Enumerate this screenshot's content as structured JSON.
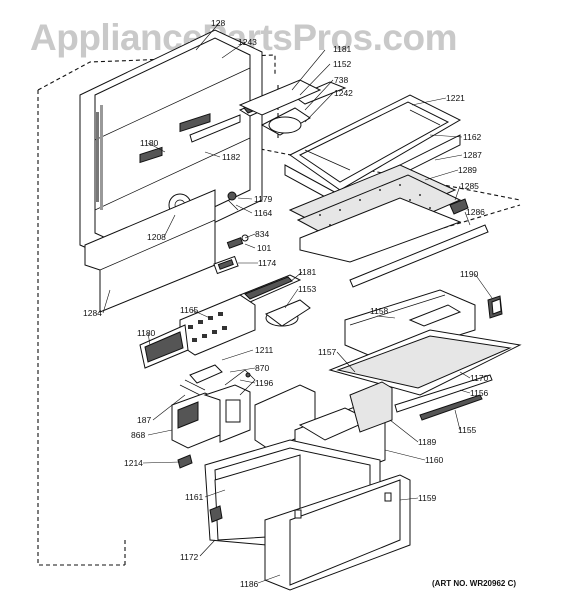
{
  "watermark": "AppliancePartsPros.com",
  "art_number": "(ART NO. WR20962 C)",
  "part_labels": [
    "128",
    "1243",
    "1181",
    "1152",
    "738",
    "1242",
    "1221",
    "1162",
    "1287",
    "1289",
    "1285",
    "1286",
    "1180",
    "1182",
    "1179",
    "1164",
    "1208",
    "834",
    "101",
    "1174",
    "1181",
    "1153",
    "1190",
    "1165",
    "1284",
    "1158",
    "1180",
    "1211",
    "1157",
    "870",
    "1196",
    "1170",
    "1156",
    "187",
    "868",
    "1155",
    "1189",
    "1214",
    "1160",
    "1161",
    "1159",
    "1172",
    "1186"
  ]
}
